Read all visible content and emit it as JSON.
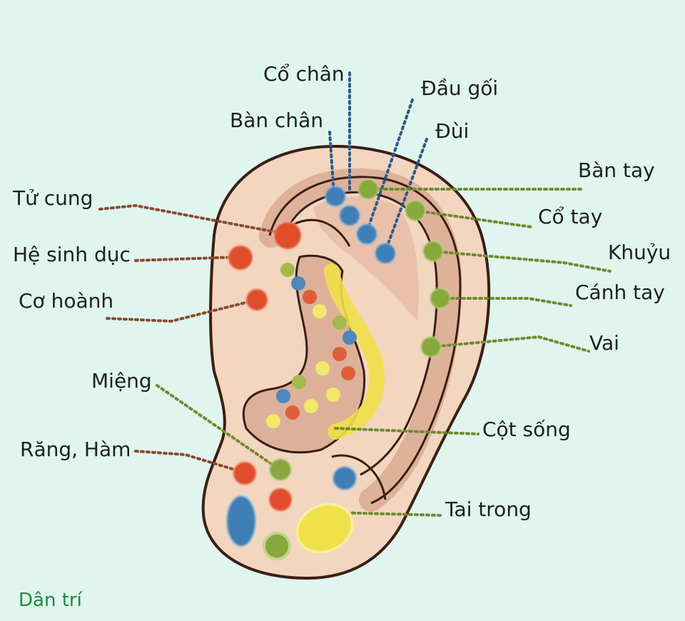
{
  "credit": "Dân trí",
  "colors": {
    "background": "#dff5ee",
    "skin": "#f2d6c0",
    "outline": "#3b1e14",
    "dot_blue": "#3f7fb6",
    "dot_green": "#86a83c",
    "dot_red": "#e04e2c",
    "dot_yellow": "#f0e04a",
    "line_blue": "#2f5a86",
    "line_green": "#6f8a2f",
    "line_brown": "#8a4a30"
  },
  "labels": {
    "co_chan": "Cổ chân",
    "dau_goi": "Đầu gối",
    "ban_chan": "Bàn chân",
    "dui": "Đùi",
    "ban_tay": "Bàn tay",
    "tu_cung": "Tử cung",
    "co_tay": "Cổ tay",
    "he_sinh_duc": "Hệ sinh dục",
    "khuyu": "Khuỷu",
    "co_hoanh": "Cơ hoành",
    "canh_tay": "Cánh tay",
    "vai": "Vai",
    "mieng": "Miệng",
    "cot_song": "Cột sống",
    "rang_ham": "Răng, Hàm",
    "tai_trong": "Tai trong"
  }
}
